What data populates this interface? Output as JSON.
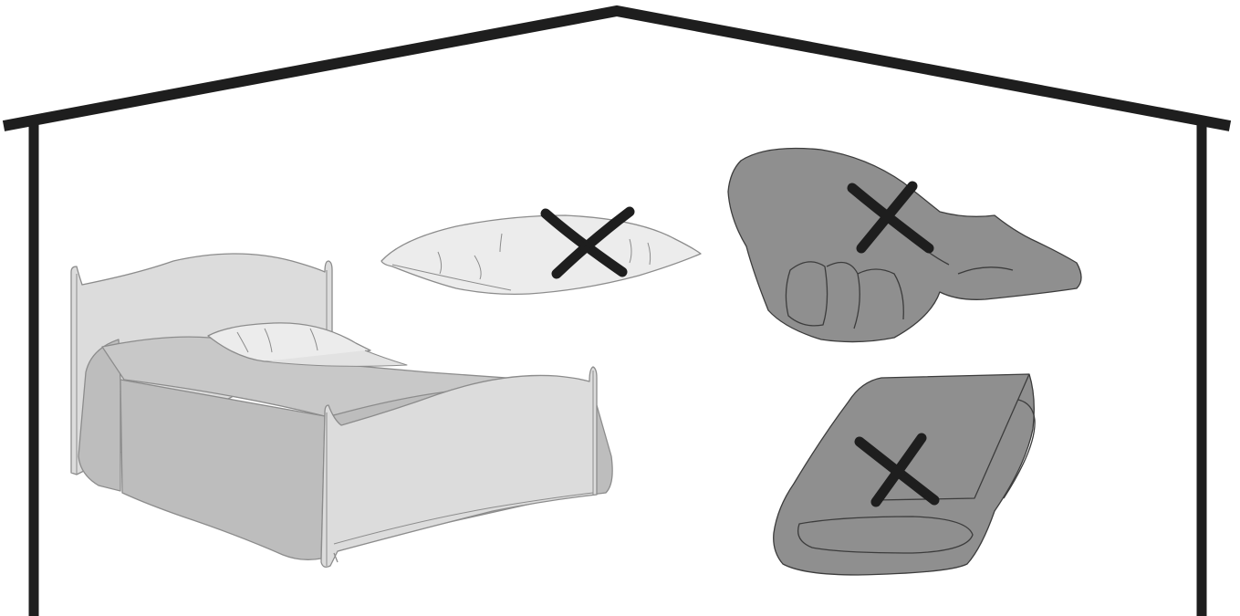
{
  "scene": {
    "items": [
      {
        "name": "bed",
        "crossed_out": false
      },
      {
        "name": "pillow",
        "crossed_out": true
      },
      {
        "name": "crumpled-blanket",
        "crossed_out": true
      },
      {
        "name": "rolled-blanket",
        "crossed_out": true
      }
    ]
  },
  "colors": {
    "background": "#ffffff",
    "house_outline": "#1e1e1e",
    "bed_light": "#dcdcdc",
    "bed_mid": "#bdbdbd",
    "bed_line": "#8c8c8c",
    "pillow_fill": "#ececec",
    "blanket_fill": "#8f8f8f",
    "blanket_line": "#3c3c3c",
    "cross_mark": "#1e1e1e"
  }
}
